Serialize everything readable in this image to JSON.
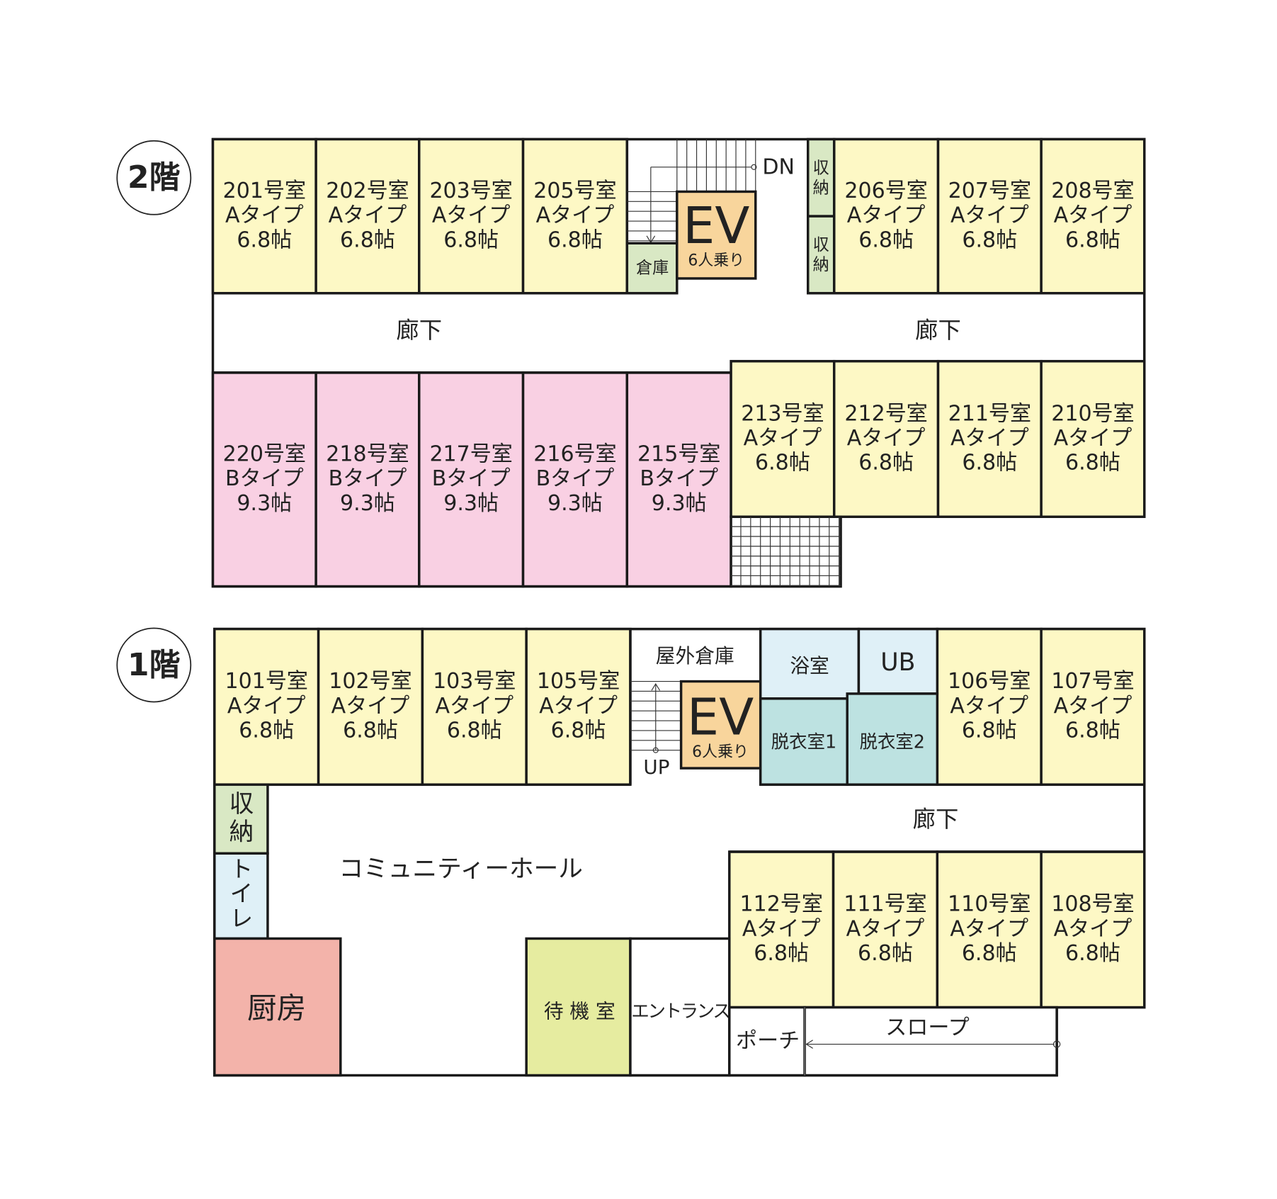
{
  "colors": {
    "a_type": "#fdf8c5",
    "b_type": "#f9d0e3",
    "storage": "#d9e8c4",
    "elevator": "#f8d59c",
    "bath": "#dff0f7",
    "dressing": "#bde2e1",
    "kitchen": "#f3b3aa",
    "waiting": "#e6eca0"
  },
  "floor2": {
    "label": "2階",
    "rooms": [
      {
        "number": "201号室",
        "type": "Aタイプ",
        "size": "6.8帖"
      },
      {
        "number": "202号室",
        "type": "Aタイプ",
        "size": "6.8帖"
      },
      {
        "number": "203号室",
        "type": "Aタイプ",
        "size": "6.8帖"
      },
      {
        "number": "205号室",
        "type": "Aタイプ",
        "size": "6.8帖"
      },
      {
        "number": "206号室",
        "type": "Aタイプ",
        "size": "6.8帖"
      },
      {
        "number": "207号室",
        "type": "Aタイプ",
        "size": "6.8帖"
      },
      {
        "number": "208号室",
        "type": "Aタイプ",
        "size": "6.8帖"
      },
      {
        "number": "220号室",
        "type": "Bタイプ",
        "size": "9.3帖"
      },
      {
        "number": "218号室",
        "type": "Bタイプ",
        "size": "9.3帖"
      },
      {
        "number": "217号室",
        "type": "Bタイプ",
        "size": "9.3帖"
      },
      {
        "number": "216号室",
        "type": "Bタイプ",
        "size": "9.3帖"
      },
      {
        "number": "215号室",
        "type": "Bタイプ",
        "size": "9.3帖"
      },
      {
        "number": "213号室",
        "type": "Aタイプ",
        "size": "6.8帖"
      },
      {
        "number": "212号室",
        "type": "Aタイプ",
        "size": "6.8帖"
      },
      {
        "number": "211号室",
        "type": "Aタイプ",
        "size": "6.8帖"
      },
      {
        "number": "210号室",
        "type": "Aタイプ",
        "size": "6.8帖"
      }
    ],
    "corridor_left": "廊下",
    "corridor_right": "廊下",
    "storeroom": "倉庫",
    "storage_1": [
      "収",
      "納"
    ],
    "storage_2": [
      "収",
      "納"
    ],
    "ev": "EV",
    "ev_capacity": "6人乗り",
    "stairs_dir": "DN"
  },
  "floor1": {
    "label": "1階",
    "rooms": [
      {
        "number": "101号室",
        "type": "Aタイプ",
        "size": "6.8帖"
      },
      {
        "number": "102号室",
        "type": "Aタイプ",
        "size": "6.8帖"
      },
      {
        "number": "103号室",
        "type": "Aタイプ",
        "size": "6.8帖"
      },
      {
        "number": "105号室",
        "type": "Aタイプ",
        "size": "6.8帖"
      },
      {
        "number": "106号室",
        "type": "Aタイプ",
        "size": "6.8帖"
      },
      {
        "number": "107号室",
        "type": "Aタイプ",
        "size": "6.8帖"
      },
      {
        "number": "112号室",
        "type": "Aタイプ",
        "size": "6.8帖"
      },
      {
        "number": "111号室",
        "type": "Aタイプ",
        "size": "6.8帖"
      },
      {
        "number": "110号室",
        "type": "Aタイプ",
        "size": "6.8帖"
      },
      {
        "number": "108号室",
        "type": "Aタイプ",
        "size": "6.8帖"
      }
    ],
    "outdoor_storage": "屋外倉庫",
    "ev": "EV",
    "ev_capacity": "6人乗り",
    "stairs_dir": "UP",
    "bath": "浴室",
    "ub": "UB",
    "dressing_1": "脱衣室1",
    "dressing_2": "脱衣室2",
    "corridor": "廊下",
    "storage": [
      "収",
      "納"
    ],
    "toilet": [
      "ト",
      "イ",
      "レ"
    ],
    "community_hall": "コミュニティーホール",
    "kitchen": "厨房",
    "waiting_room": "待 機 室",
    "entrance": "エントランス",
    "porch": "ポーチ",
    "slope": "スロープ"
  }
}
